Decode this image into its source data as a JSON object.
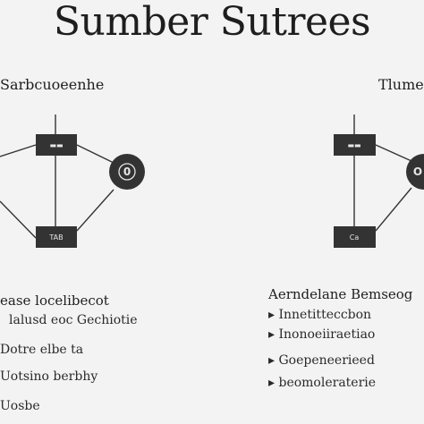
{
  "title": "Sumber Sutrees",
  "left_panel": {
    "heading": "Sarbcuoeenhe",
    "top_box_label": "▬▬",
    "bottom_box_label": "TAB",
    "circle_label": "0",
    "caption_title": "ease locelibecot",
    "bullets": [
      "lalusd eoc Gechiotie",
      "Dotre elbe ta",
      "Uotsino berbhy",
      "Uosbe"
    ]
  },
  "right_panel": {
    "heading": "Tlumeb",
    "top_box_label": "▬▬",
    "bottom_box_label": "Ca",
    "circle_label": "O",
    "caption_title": "Aerndelane Bemseog",
    "bullets": [
      "Innetitteccbon",
      "Inonoeiiraetiao",
      "Goepeneerieed",
      "beomoleraterie"
    ]
  }
}
